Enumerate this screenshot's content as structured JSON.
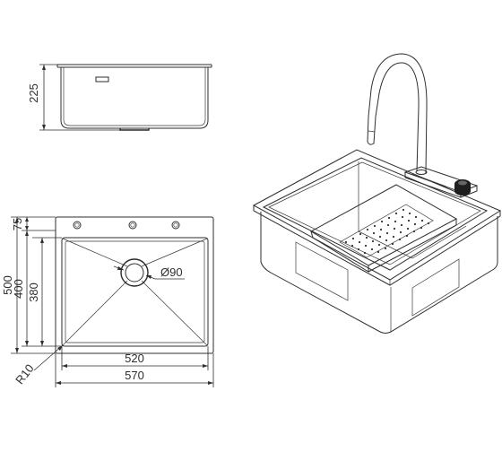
{
  "dimensions": {
    "depth": "225",
    "ledge": "75",
    "total_depth": "500",
    "bowl_depth_outer": "400",
    "bowl_depth_inner": "380",
    "drain_diameter": "Ø90",
    "inner_width": "520",
    "total_width": "570",
    "corner_radius": "R10"
  },
  "colors": {
    "line": "#2e2e2e",
    "background": "#ffffff"
  },
  "icons": [
    "sink-side-view",
    "sink-top-view",
    "sink-3d-view",
    "faucet",
    "drain",
    "colander-tray"
  ]
}
